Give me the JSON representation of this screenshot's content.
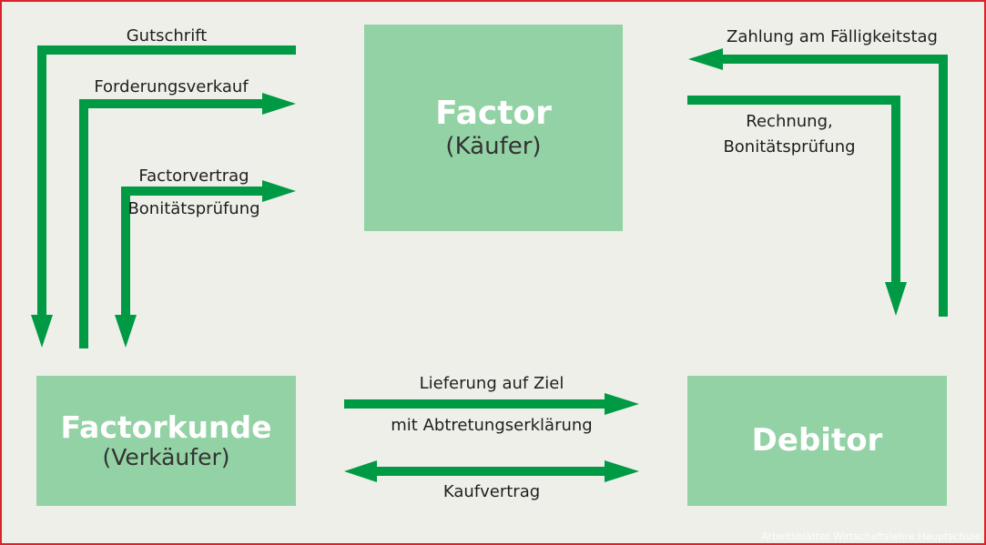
{
  "colors": {
    "arrow": "#009a44",
    "box": "#93d2a4",
    "background": "#efefea",
    "border": "#d8242a"
  },
  "boxes": {
    "factor": {
      "title": "Factor",
      "subtitle": "(Käufer)"
    },
    "factorkunde": {
      "title": "Factorkunde",
      "subtitle": "(Verkäufer)"
    },
    "debitor": {
      "title": "Debitor",
      "subtitle": ""
    }
  },
  "labels": {
    "gutschrift": "Gutschrift",
    "forderungsverkauf": "Forderungsverkauf",
    "factorvertrag": "Factorvertrag",
    "bonitaetspruefung_left": "Bonitätsprüfung",
    "zahlung": "Zahlung am Fälligkeitstag",
    "rechnung": "Rechnung,",
    "bonitaetspruefung_right": "Bonitätsprüfung",
    "lieferung": "Lieferung auf Ziel",
    "abtretung": "mit Abtretungserklärung",
    "kaufvertrag": "Kaufvertrag"
  },
  "credit": "Arbeitsblätter Wirtschaftslehre Hauptschule"
}
